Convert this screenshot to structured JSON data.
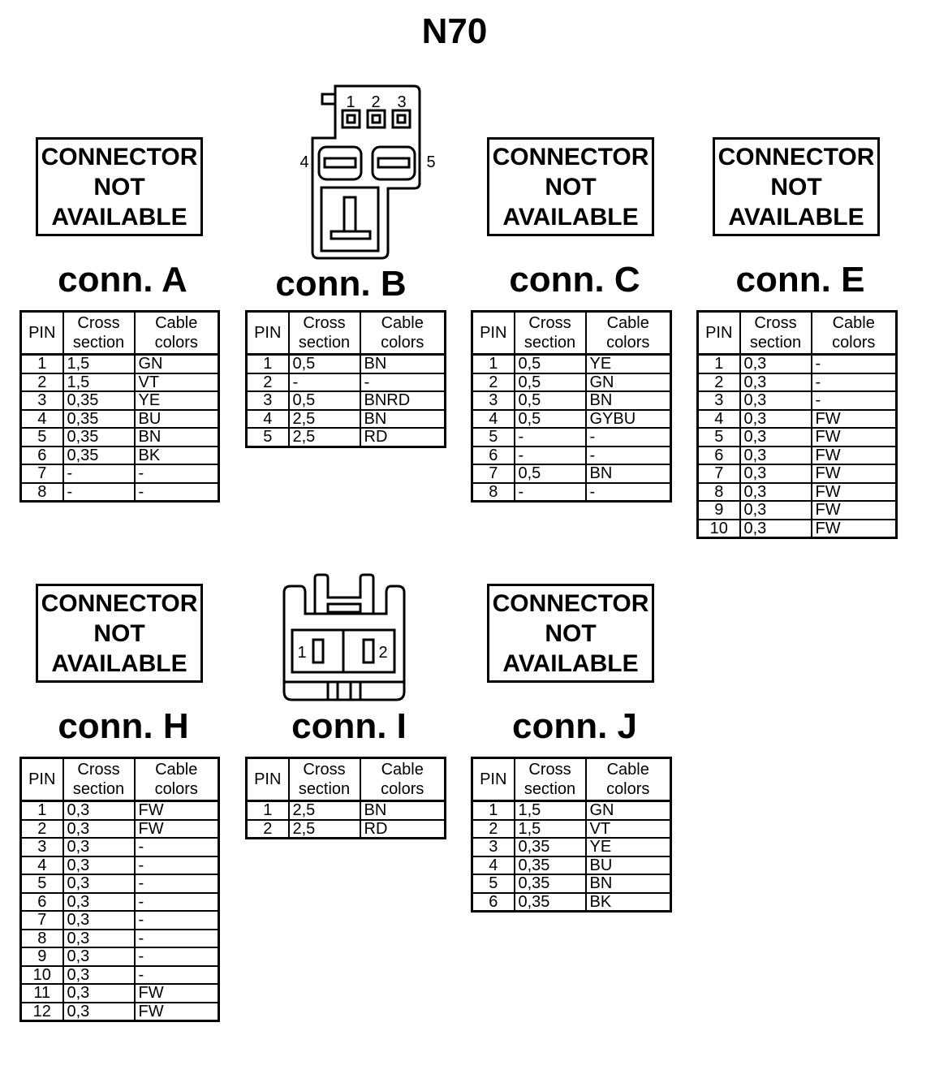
{
  "title": "N70",
  "not_available_label": "CONNECTOR NOT AVAILABLE",
  "headers": {
    "pin": "PIN",
    "cross_section": "Cross section",
    "cable_colors": "Cable colors"
  },
  "drawing_b": {
    "pins_top": [
      "1",
      "2",
      "3"
    ],
    "pin_left": "4",
    "pin_right": "5"
  },
  "drawing_i": {
    "pin_left": "1",
    "pin_right": "2"
  },
  "connectors": [
    {
      "id": "A",
      "label": "conn. A",
      "rows": [
        [
          "1",
          "1,5",
          "GN"
        ],
        [
          "2",
          "1,5",
          "VT"
        ],
        [
          "3",
          "0,35",
          "YE"
        ],
        [
          "4",
          "0,35",
          "BU"
        ],
        [
          "5",
          "0,35",
          "BN"
        ],
        [
          "6",
          "0,35",
          "BK"
        ],
        [
          "7",
          "-",
          "-"
        ],
        [
          "8",
          "-",
          "-"
        ]
      ]
    },
    {
      "id": "B",
      "label": "conn. B",
      "rows": [
        [
          "1",
          "0,5",
          "BN"
        ],
        [
          "2",
          "-",
          "-"
        ],
        [
          "3",
          "0,5",
          "BNRD"
        ],
        [
          "4",
          "2,5",
          "BN"
        ],
        [
          "5",
          "2,5",
          "RD"
        ]
      ]
    },
    {
      "id": "C",
      "label": "conn. C",
      "rows": [
        [
          "1",
          "0,5",
          "YE"
        ],
        [
          "2",
          "0,5",
          "GN"
        ],
        [
          "3",
          "0,5",
          "BN"
        ],
        [
          "4",
          "0,5",
          "GYBU"
        ],
        [
          "5",
          "-",
          "-"
        ],
        [
          "6",
          "-",
          "-"
        ],
        [
          "7",
          "0,5",
          "BN"
        ],
        [
          "8",
          "-",
          "-"
        ]
      ]
    },
    {
      "id": "E",
      "label": "conn. E",
      "rows": [
        [
          "1",
          "0,3",
          "-"
        ],
        [
          "2",
          "0,3",
          "-"
        ],
        [
          "3",
          "0,3",
          "-"
        ],
        [
          "4",
          "0,3",
          "FW"
        ],
        [
          "5",
          "0,3",
          "FW"
        ],
        [
          "6",
          "0,3",
          "FW"
        ],
        [
          "7",
          "0,3",
          "FW"
        ],
        [
          "8",
          "0,3",
          "FW"
        ],
        [
          "9",
          "0,3",
          "FW"
        ],
        [
          "10",
          "0,3",
          "FW"
        ]
      ]
    },
    {
      "id": "H",
      "label": "conn. H",
      "rows": [
        [
          "1",
          "0,3",
          "FW"
        ],
        [
          "2",
          "0,3",
          "FW"
        ],
        [
          "3",
          "0,3",
          "-"
        ],
        [
          "4",
          "0,3",
          "-"
        ],
        [
          "5",
          "0,3",
          "-"
        ],
        [
          "6",
          "0,3",
          "-"
        ],
        [
          "7",
          "0,3",
          "-"
        ],
        [
          "8",
          "0,3",
          "-"
        ],
        [
          "9",
          "0,3",
          "-"
        ],
        [
          "10",
          "0,3",
          "-"
        ],
        [
          "11",
          "0,3",
          "FW"
        ],
        [
          "12",
          "0,3",
          "FW"
        ]
      ]
    },
    {
      "id": "I",
      "label": "conn. I",
      "rows": [
        [
          "1",
          "2,5",
          "BN"
        ],
        [
          "2",
          "2,5",
          "RD"
        ]
      ]
    },
    {
      "id": "J",
      "label": "conn. J",
      "rows": [
        [
          "1",
          "1,5",
          "GN"
        ],
        [
          "2",
          "1,5",
          "VT"
        ],
        [
          "3",
          "0,35",
          "YE"
        ],
        [
          "4",
          "0,35",
          "BU"
        ],
        [
          "5",
          "0,35",
          "BN"
        ],
        [
          "6",
          "0,35",
          "BK"
        ]
      ]
    }
  ]
}
